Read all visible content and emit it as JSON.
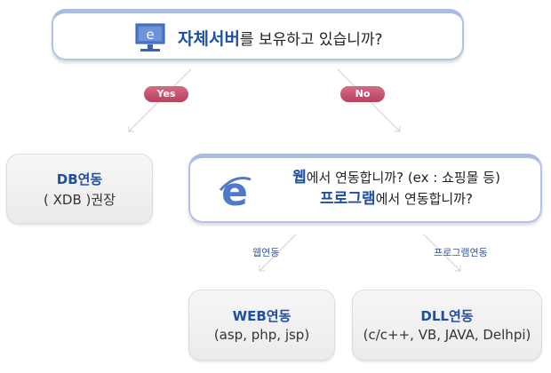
{
  "top_question": {
    "highlight": "자체서버",
    "rest": "를 보유하고 있습니까?"
  },
  "branches": {
    "yes": "Yes",
    "no": "No"
  },
  "db_box": {
    "title": "DB연동",
    "subtitle": "( XDB )권장"
  },
  "middle_question": {
    "line1_highlight": "웹",
    "line1_rest": "에서 연동합니까? (ex : 쇼핑몰 등)",
    "line2_highlight": "프로그램",
    "line2_rest": "에서 연동합니까?"
  },
  "sub_branches": {
    "web": "웹연동",
    "program": "프로그램연동"
  },
  "web_box": {
    "title": "WEB연동",
    "subtitle": "(asp, php, jsp)"
  },
  "dll_box": {
    "title": "DLL연동",
    "subtitle": "(c/c++, VB, JAVA, Delhpi)"
  },
  "colors": {
    "accent": "#1f4fa3",
    "pill": "#c04a66",
    "border": "#a9bce6"
  }
}
